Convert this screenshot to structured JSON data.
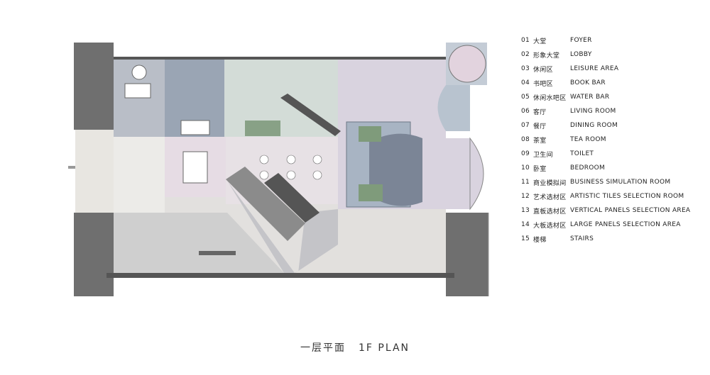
{
  "legend": [
    {
      "num": "01",
      "cn": "大堂",
      "en": "FOYER"
    },
    {
      "num": "02",
      "cn": "形象大堂",
      "en": "LOBBY"
    },
    {
      "num": "03",
      "cn": "休闲区",
      "en": "LEISURE AREA"
    },
    {
      "num": "04",
      "cn": "书吧区",
      "en": "BOOK BAR"
    },
    {
      "num": "05",
      "cn": "休闲水吧区",
      "en": "WATER BAR"
    },
    {
      "num": "06",
      "cn": "客厅",
      "en": "LIVING ROOM"
    },
    {
      "num": "07",
      "cn": "餐厅",
      "en": "DINING ROOM"
    },
    {
      "num": "08",
      "cn": "茶室",
      "en": "TEA ROOM"
    },
    {
      "num": "09",
      "cn": "卫生间",
      "en": "TOILET"
    },
    {
      "num": "10",
      "cn": "卧室",
      "en": "BEDROOM"
    },
    {
      "num": "11",
      "cn": "商业模拟间",
      "en": "BUSINESS SIMULATION ROOM"
    },
    {
      "num": "12",
      "cn": "艺术选材区",
      "en": "ARTISTIC TILES SELECTION ROOM"
    },
    {
      "num": "13",
      "cn": "直板选材区",
      "en": "VERTICAL PANELS SELECTION AREA"
    },
    {
      "num": "14",
      "cn": "大板选材区",
      "en": "LARGE PANELS SELECTION AREA"
    },
    {
      "num": "15",
      "cn": "楼梯",
      "en": "STAIRS"
    }
  ],
  "caption": {
    "cn": "一层平面",
    "en": "1F PLAN"
  },
  "colors": {
    "wall": "#6f6f6f",
    "light_gray": "#d6d6d6",
    "lilac": "#d9d3df",
    "blue_gray": "#a7b4c3",
    "slate": "#8d97a6",
    "mint": "#d3dcd6",
    "pink": "#e6dce4",
    "green": "#7d9a78",
    "floor": "#e9e7e3"
  }
}
